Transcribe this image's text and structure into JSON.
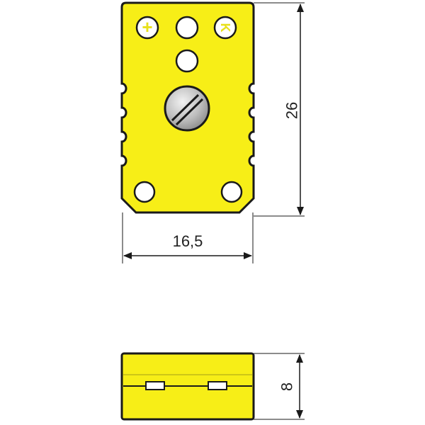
{
  "dimensions": {
    "width": "16,5",
    "height": "26",
    "depth": "8"
  },
  "terminals": {
    "positive_symbol": "+",
    "type_letter": "K"
  },
  "colors": {
    "body": "#f7ee17",
    "outline": "#1a1a1a",
    "screw": "#c8c8c8",
    "dimension_line": "#1a1a1a"
  }
}
